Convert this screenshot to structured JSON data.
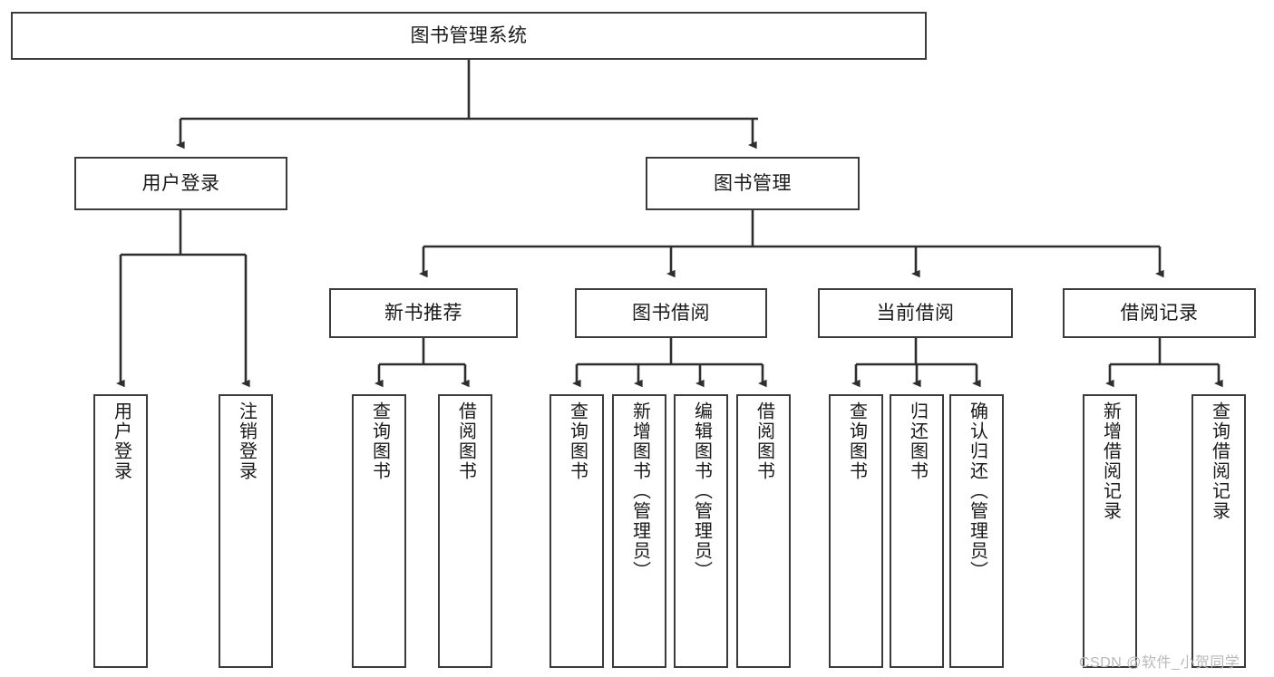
{
  "diagram": {
    "type": "tree-hierarchy-chart",
    "title": "图书管理系统",
    "watermark": "CSDN @软件_小贺同学",
    "colors": {
      "stroke": "#3b3b3b",
      "fill": "#ffffff",
      "text": "#1a1a1a",
      "watermark": "#b9b9b9"
    },
    "levels": {
      "root": {
        "label": "图书管理系统"
      },
      "level2": [
        {
          "label": "用户登录"
        },
        {
          "label": "图书管理"
        }
      ],
      "level3": [
        {
          "label": "新书推荐"
        },
        {
          "label": "图书借阅"
        },
        {
          "label": "当前借阅"
        },
        {
          "label": "借阅记录"
        }
      ],
      "leaves": [
        {
          "label": "用户登录",
          "parent": "用户登录"
        },
        {
          "label": "注销登录",
          "parent": "用户登录"
        },
        {
          "label": "查询图书",
          "parent": "新书推荐"
        },
        {
          "label": "借阅图书",
          "parent": "新书推荐"
        },
        {
          "label": "查询图书",
          "parent": "图书借阅"
        },
        {
          "label": "新增图书（管理员）",
          "parent": "图书借阅"
        },
        {
          "label": "编辑图书（管理员）",
          "parent": "图书借阅"
        },
        {
          "label": "借阅图书",
          "parent": "图书借阅"
        },
        {
          "label": "查询图书",
          "parent": "当前借阅"
        },
        {
          "label": "归还图书",
          "parent": "当前借阅"
        },
        {
          "label": "确认归还（管理员）",
          "parent": "当前借阅"
        },
        {
          "label": "新增借阅记录",
          "parent": "借阅记录"
        },
        {
          "label": "查询借阅记录",
          "parent": "借阅记录"
        }
      ]
    }
  }
}
